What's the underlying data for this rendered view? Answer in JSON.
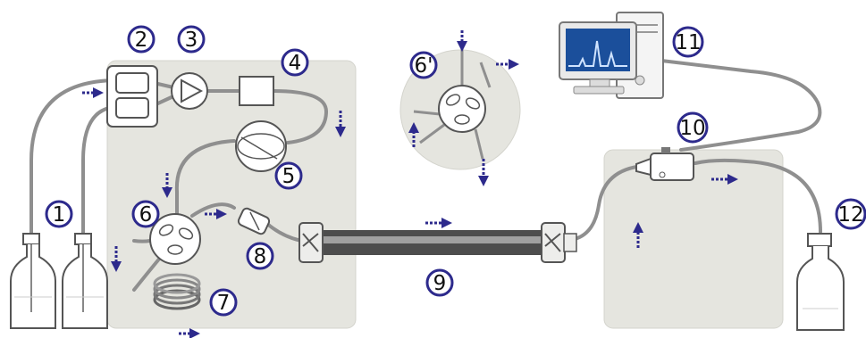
{
  "callouts": [
    {
      "id": "1",
      "label": "1"
    },
    {
      "id": "2",
      "label": "2"
    },
    {
      "id": "3",
      "label": "3"
    },
    {
      "id": "4",
      "label": "4"
    },
    {
      "id": "5",
      "label": "5"
    },
    {
      "id": "6",
      "label": "6"
    },
    {
      "id": "6p",
      "label": "6'"
    },
    {
      "id": "7",
      "label": "7"
    },
    {
      "id": "8",
      "label": "8"
    },
    {
      "id": "9",
      "label": "9"
    },
    {
      "id": "10",
      "label": "10"
    },
    {
      "id": "11",
      "label": "11"
    },
    {
      "id": "12",
      "label": "12"
    }
  ],
  "colors": {
    "panel": "#e5e5df",
    "tubing": "#8f8f8f",
    "arrow": "#2d2a8c",
    "callout_ring": "#2d2a8c",
    "screen": "#1b4f9b",
    "chromatogram": "#cfe3ff"
  },
  "icons": [
    "solvent-bottle-icon",
    "degasser-icon",
    "pump-icon",
    "mixer-icon",
    "damper-icon",
    "injection-valve-icon",
    "sample-loop-icon",
    "guard-column-icon",
    "column-icon",
    "detector-icon",
    "computer-icon",
    "waste-bottle-icon",
    "flow-arrow-icon"
  ]
}
